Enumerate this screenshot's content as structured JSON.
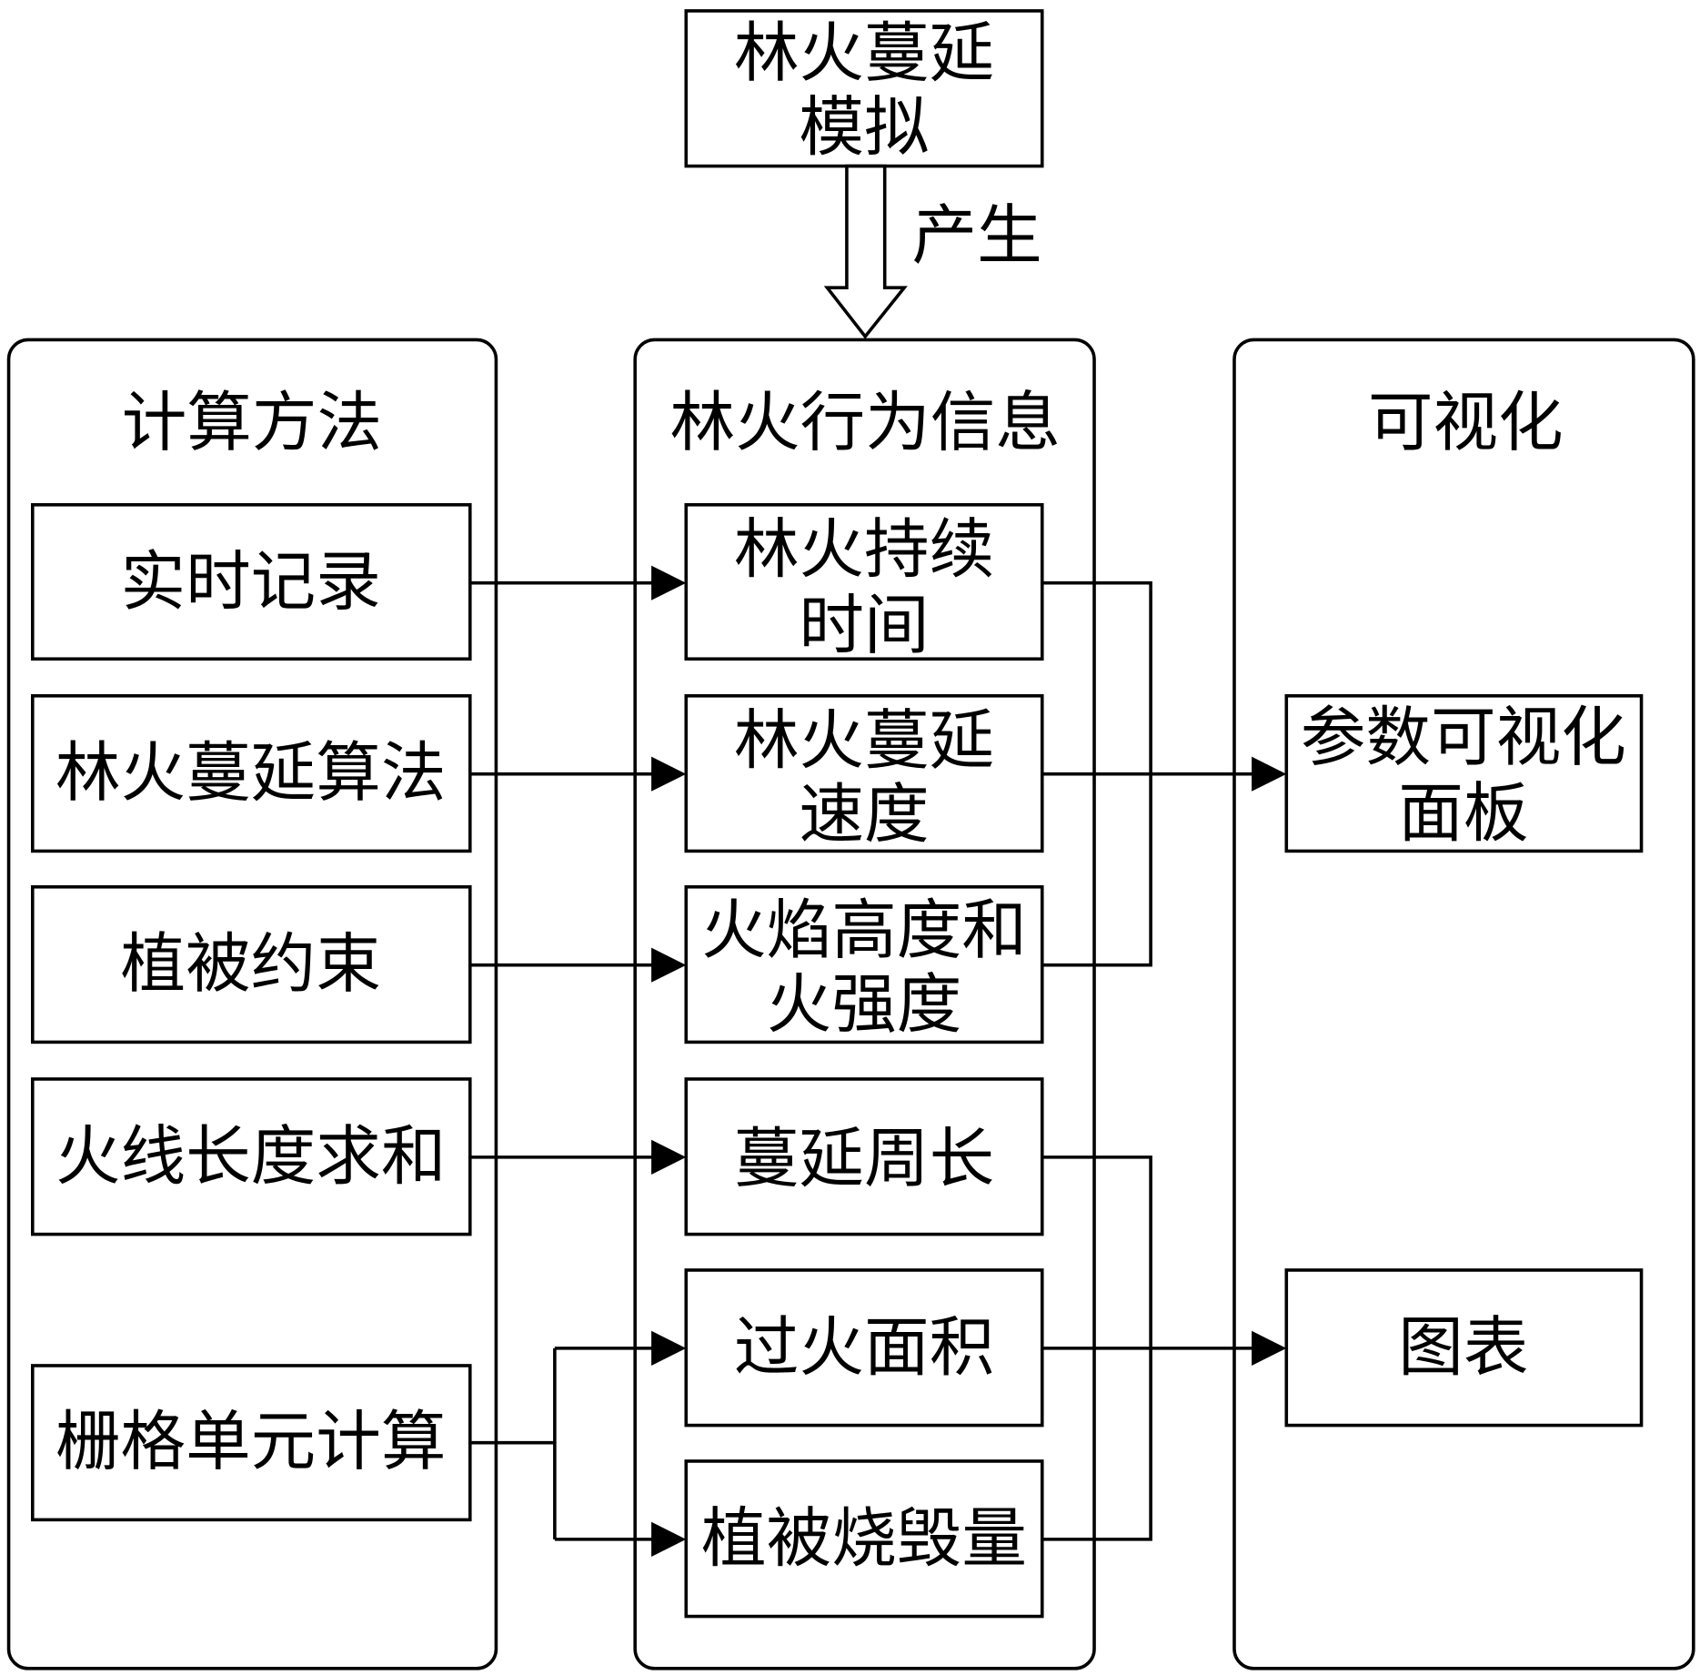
{
  "top_box": {
    "lines": [
      "林火蔓延",
      "模拟"
    ]
  },
  "arrow_label": "产生",
  "panels": {
    "left": {
      "title": "计算方法",
      "items": [
        {
          "label": "实时记录"
        },
        {
          "label": "林火蔓延算法"
        },
        {
          "label": "植被约束"
        },
        {
          "label": "火线长度求和"
        },
        {
          "label": "栅格单元计算"
        }
      ]
    },
    "middle": {
      "title": "林火行为信息",
      "items": [
        {
          "lines": [
            "林火持续",
            "时间"
          ]
        },
        {
          "lines": [
            "林火蔓延",
            "速度"
          ]
        },
        {
          "lines": [
            "火焰高度和",
            "火强度"
          ]
        },
        {
          "lines": [
            "蔓延周长"
          ]
        },
        {
          "lines": [
            "过火面积"
          ]
        },
        {
          "lines": [
            "植被烧毁量"
          ]
        }
      ]
    },
    "right": {
      "title": "可视化",
      "items": [
        {
          "lines": [
            "参数可视化",
            "面板"
          ]
        },
        {
          "lines": [
            "图表"
          ]
        }
      ]
    }
  },
  "colors": {
    "stroke": "#000000",
    "background": "#ffffff"
  }
}
